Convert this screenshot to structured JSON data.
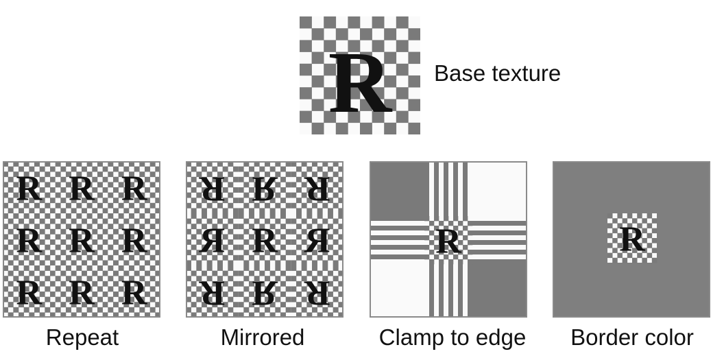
{
  "base_texture": {
    "label": "Base texture",
    "glyph": "R",
    "checker": {
      "dark": "#7a7a7a",
      "light": "#fafafa"
    }
  },
  "wrap_modes": [
    {
      "id": "repeat",
      "label": "Repeat"
    },
    {
      "id": "mirrored",
      "label": "Mirrored"
    },
    {
      "id": "clamp",
      "label": "Clamp to edge"
    },
    {
      "id": "border",
      "label": "Border color"
    }
  ],
  "border_color": "#7f7f7f",
  "frame_color": "#8a8a8a"
}
